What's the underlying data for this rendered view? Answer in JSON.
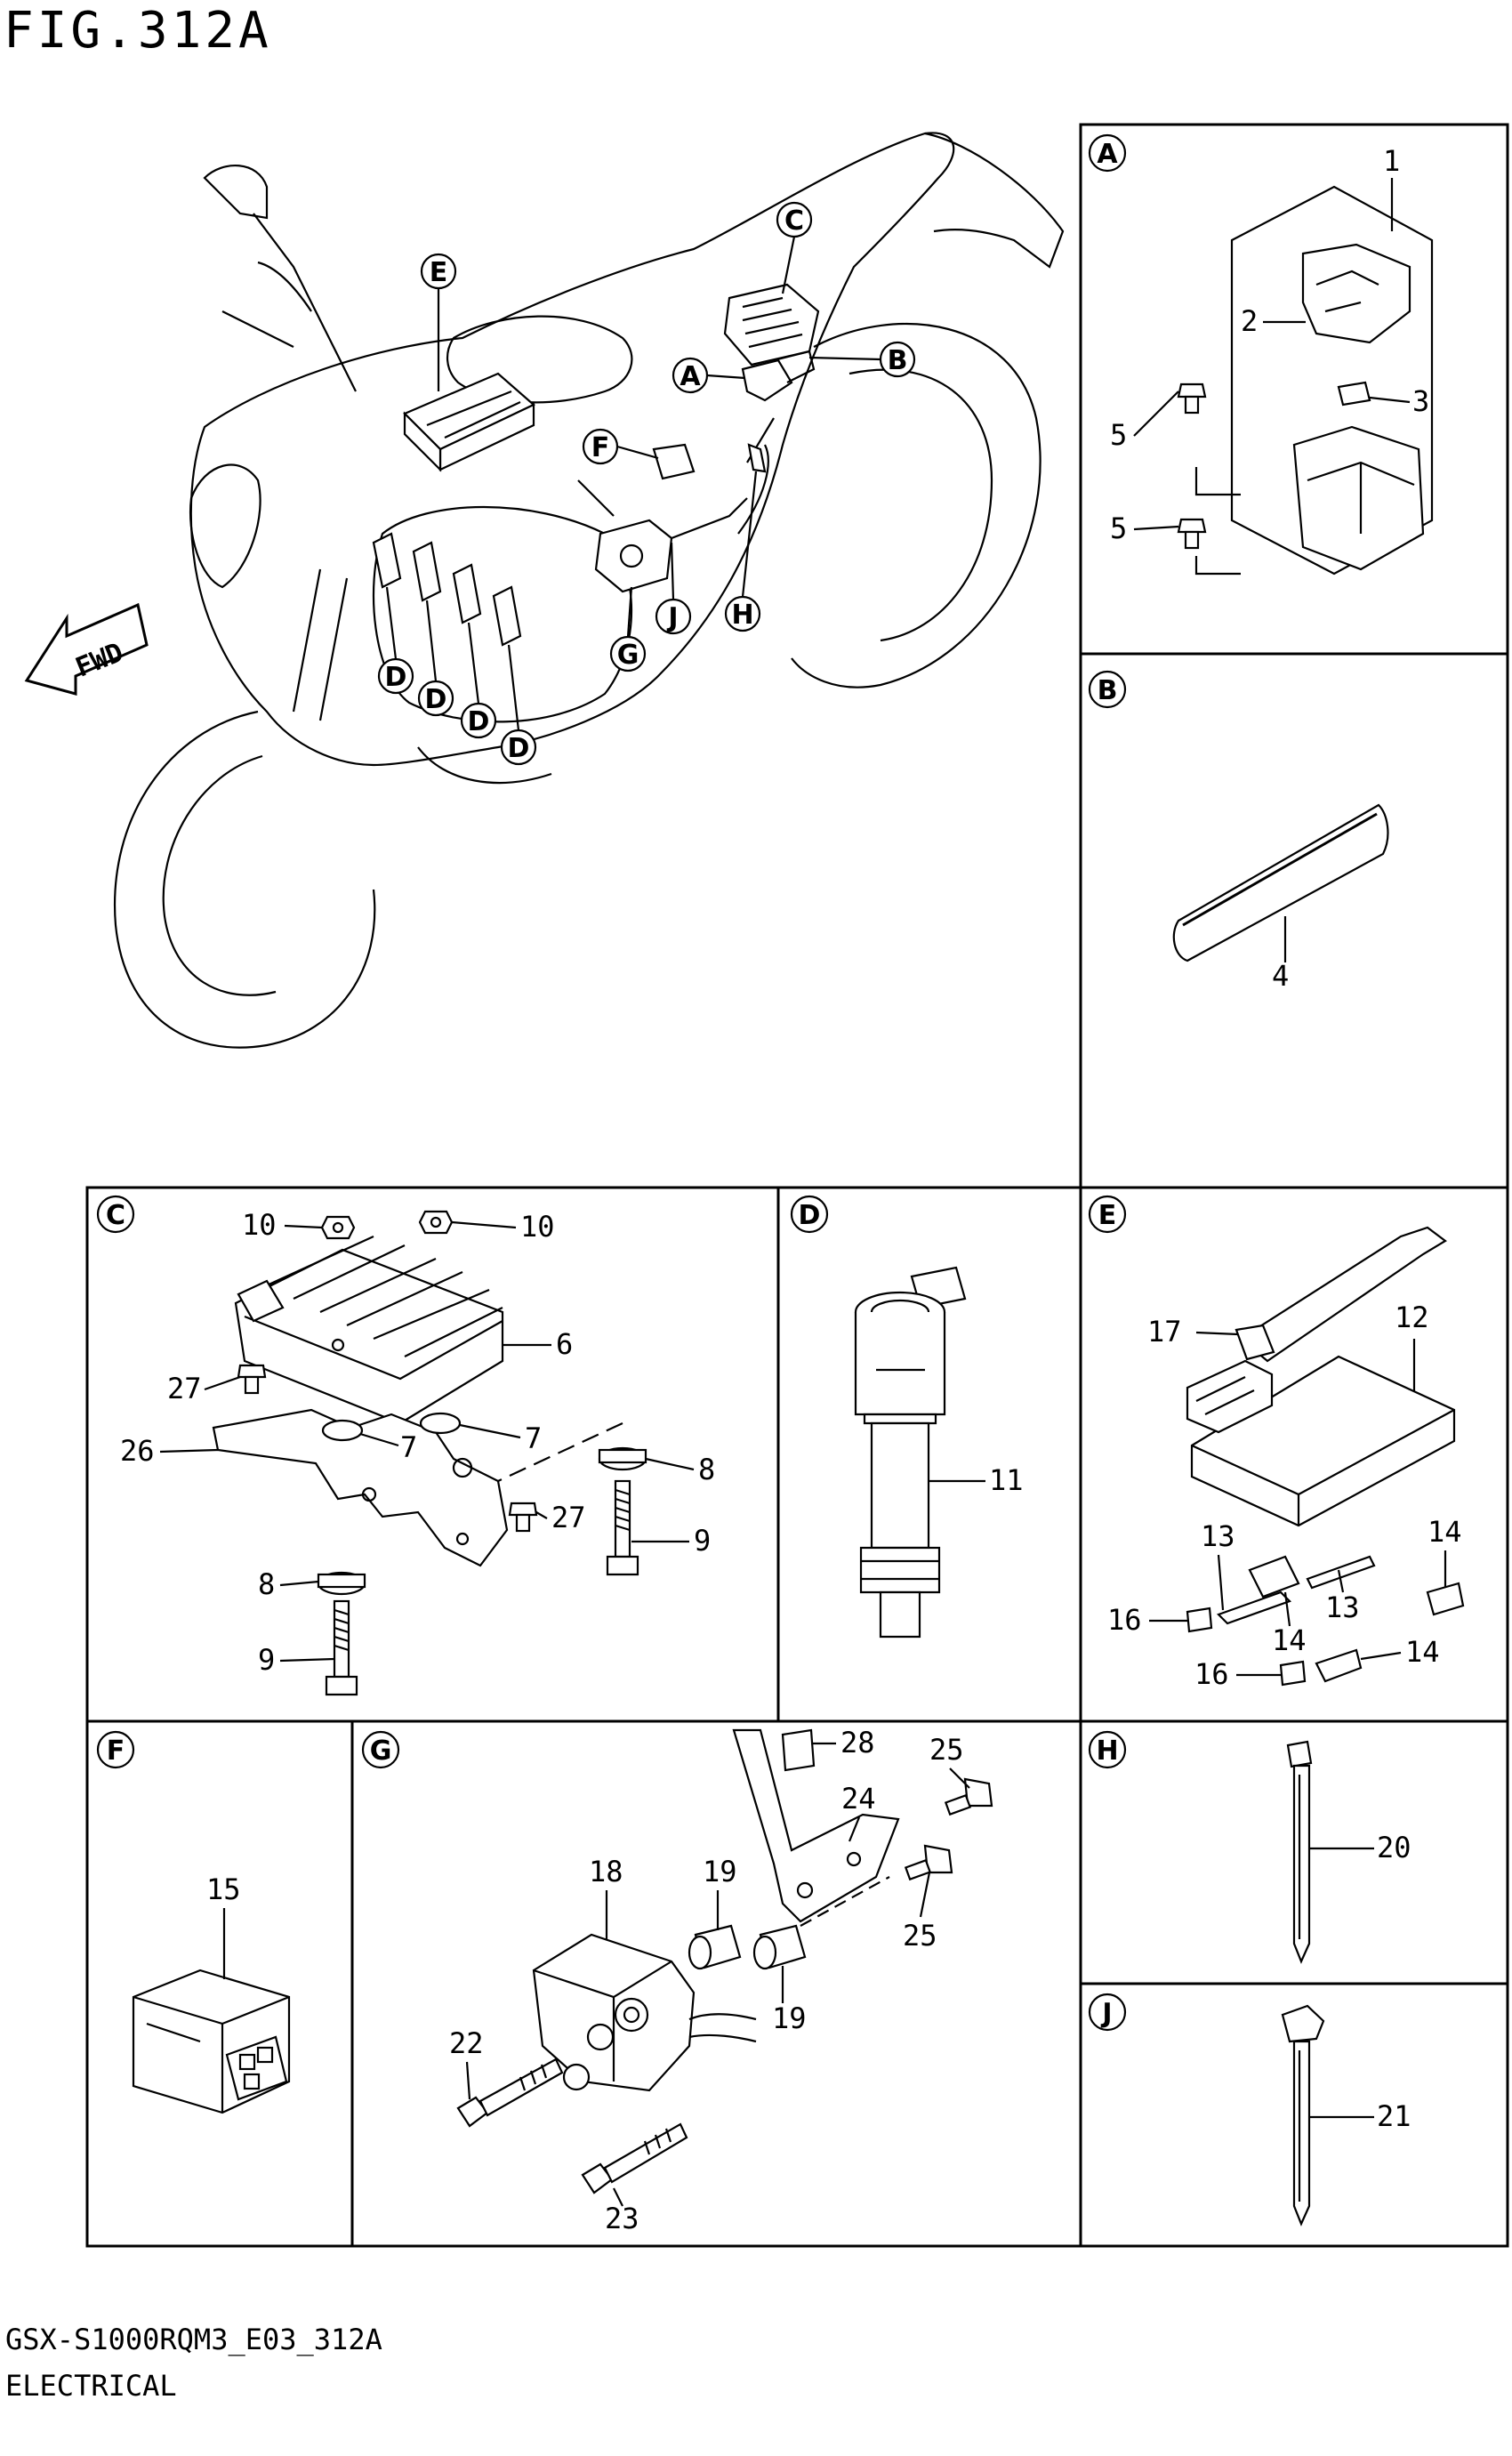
{
  "header": {
    "figure_title": "FIG.312A"
  },
  "footer": {
    "model_code": "GSX-S1000RQM3_E03_312A",
    "section_name": "ELECTRICAL"
  },
  "overview": {
    "direction_label": "FWD",
    "callouts": [
      "E",
      "C",
      "A",
      "B",
      "F",
      "G",
      "J",
      "H",
      "D",
      "D",
      "D",
      "D"
    ]
  },
  "panels": {
    "A": {
      "letter": "A",
      "part_numbers": [
        "1",
        "2",
        "3",
        "5",
        "5"
      ]
    },
    "B": {
      "letter": "B",
      "part_numbers": [
        "4"
      ]
    },
    "C": {
      "letter": "C",
      "part_numbers": [
        "10",
        "10",
        "6",
        "27",
        "26",
        "7",
        "7",
        "8",
        "27",
        "9",
        "8",
        "9"
      ]
    },
    "D": {
      "letter": "D",
      "part_numbers": [
        "11"
      ]
    },
    "E": {
      "letter": "E",
      "part_numbers": [
        "17",
        "12",
        "13",
        "14",
        "13",
        "16",
        "14",
        "16",
        "14"
      ]
    },
    "F": {
      "letter": "F",
      "part_numbers": [
        "15"
      ]
    },
    "G": {
      "letter": "G",
      "part_numbers": [
        "28",
        "25",
        "24",
        "18",
        "19",
        "25",
        "19",
        "22",
        "23"
      ]
    },
    "H": {
      "letter": "H",
      "part_numbers": [
        "20"
      ]
    },
    "J": {
      "letter": "J",
      "part_numbers": [
        "21"
      ]
    }
  }
}
